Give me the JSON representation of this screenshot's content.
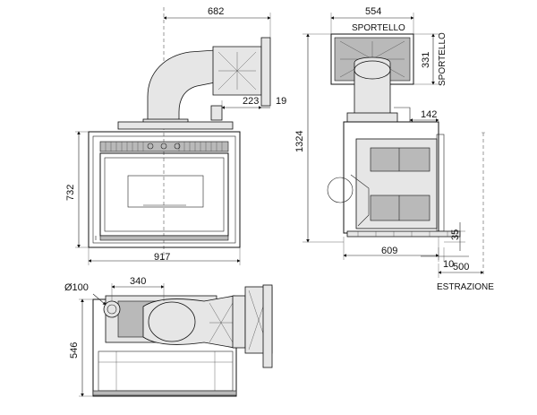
{
  "front_view": {
    "width_917": "917",
    "height_732": "732",
    "offset_682": "682",
    "flue_223": "223",
    "flue_19": "19"
  },
  "side_view": {
    "width_554": "554",
    "label_sportello_top": "SPORTELLO",
    "height_331": "331",
    "label_sportello_side": "SPORTELLO",
    "height_1324": "1324",
    "depth_142": "142",
    "depth_609": "609",
    "gap_35": "35",
    "gap_10": "10",
    "extraction_500": "500",
    "label_estrazione": "ESTRAZIONE"
  },
  "top_view": {
    "diameter_100": "Ø100",
    "offset_340": "340",
    "depth_546": "546"
  }
}
